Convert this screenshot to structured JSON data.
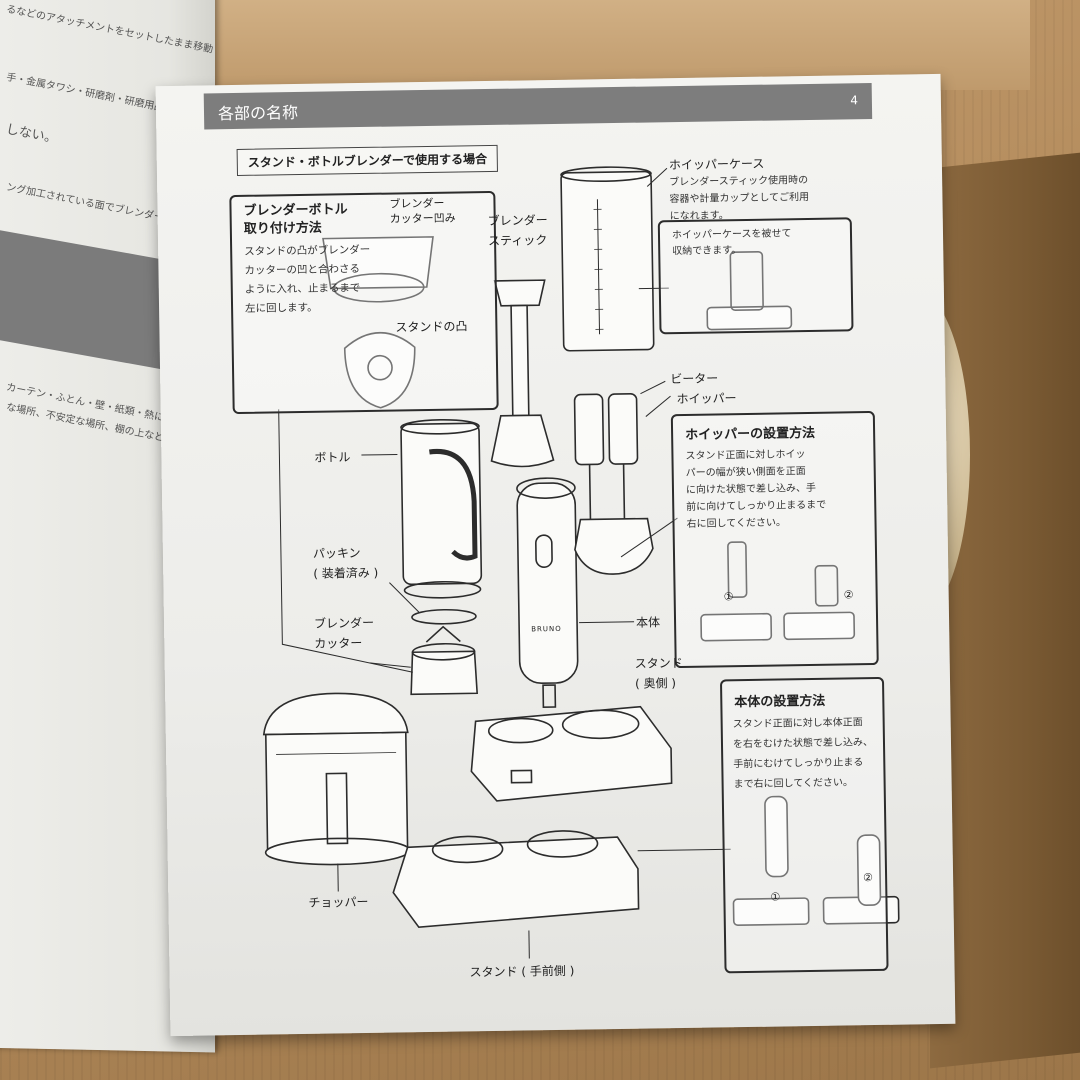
{
  "page_header": {
    "title": "各部の名称",
    "page_number": "4"
  },
  "section_title": "スタンド・ボトルブレンダーで使用する場合",
  "attach_panel": {
    "title": "ブレンダーボトル\n取り付け方法",
    "description": "スタンドの凸がブレンダー\nカッターの凹と合わさる\nように入れ、止まるまで\n左に回します。",
    "label_cutter_recess": "ブレンダー\nカッター凹み",
    "label_stand_bump": "スタンドの凸"
  },
  "parts": {
    "blender_stick": "ブレンダー\nスティック",
    "whipper_case": "ホイッパーケース",
    "whipper_case_note": "ブレンダースティック使用時の\n容器や計量カップとしてご利用\nになれます。",
    "whipper_case_storage": "ホイッパーケースを被せて\n収納できます。",
    "beater": "ビーター",
    "whipper": "ホイッパー",
    "bottle": "ボトル",
    "packing": "パッキン\n( 装着済み )",
    "blender_cutter": "ブレンダー\nカッター",
    "body": "本体",
    "stand_back": "スタンド\n( 奥側 )",
    "chopper": "チョッパー",
    "stand_front": "スタンド ( 手前側 )",
    "brand": "BRUNO"
  },
  "whipper_panel": {
    "title": "ホイッパーの設置方法",
    "description": "スタンド正面に対しホイッ\nパーの幅が狭い側面を正面\nに向けた状態で差し込み、手\n前に向けてしっかり止まるまで\n右に回してください。",
    "step1": "①",
    "step2": "②"
  },
  "body_panel": {
    "title": "本体の設置方法",
    "description": "スタンド正面に対し本体正面\nを右をむけた状態で差し込み、\n手前にむけてしっかり止まる\nまで右に回してください。",
    "step1": "①",
    "step2": "②"
  },
  "left_page_lines": [
    "るなどのアタッチメントをセットしたまま移動",
    "手・金属タワシ・研磨剤・研磨用品で",
    "しない。",
    "ング加工されている面でブレンダーを使用しない",
    "カーテン・ふとん・壁・紙類・熱に弱いもの",
    "な場所、不安定な場所、棚の上などの高所。"
  ],
  "colors": {
    "header_gray": "#7d7d7d",
    "line": "#2c2c2c",
    "cardboard": "#b48f63"
  }
}
